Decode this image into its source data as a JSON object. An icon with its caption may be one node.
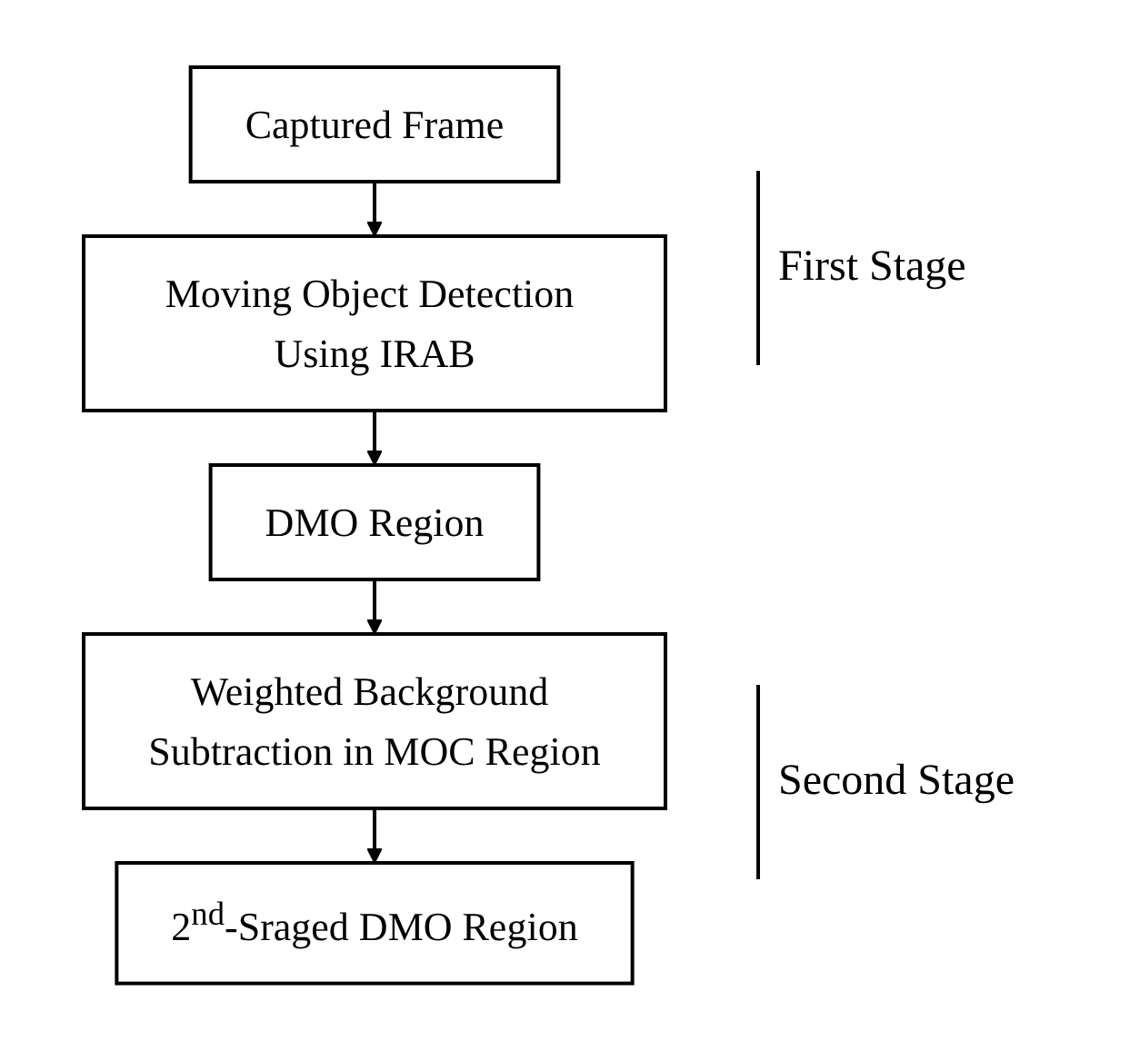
{
  "diagram": {
    "nodes": [
      {
        "text": [
          "Captured Frame"
        ]
      },
      {
        "text": [
          "Moving Object Detection Using IRAB"
        ]
      },
      {
        "text": [
          "DMO Region"
        ]
      },
      {
        "text": [
          "Weighted Background Subtraction in MOC Region"
        ]
      },
      {
        "text": [
          "2$^{nd}$-Sraged DMO Region"
        ]
      }
    ],
    "edges": [
      {
        "from": 0,
        "to": 1,
        "arrow": "to"
      },
      {
        "from": 1,
        "to": 2,
        "arrow": "to"
      },
      {
        "from": 2,
        "to": 3,
        "arrow": "to"
      },
      {
        "from": 3,
        "to": 4,
        "arrow": "to"
      }
    ],
    "labels": [
      "First Stage",
      "Second Stage"
    ]
  }
}
